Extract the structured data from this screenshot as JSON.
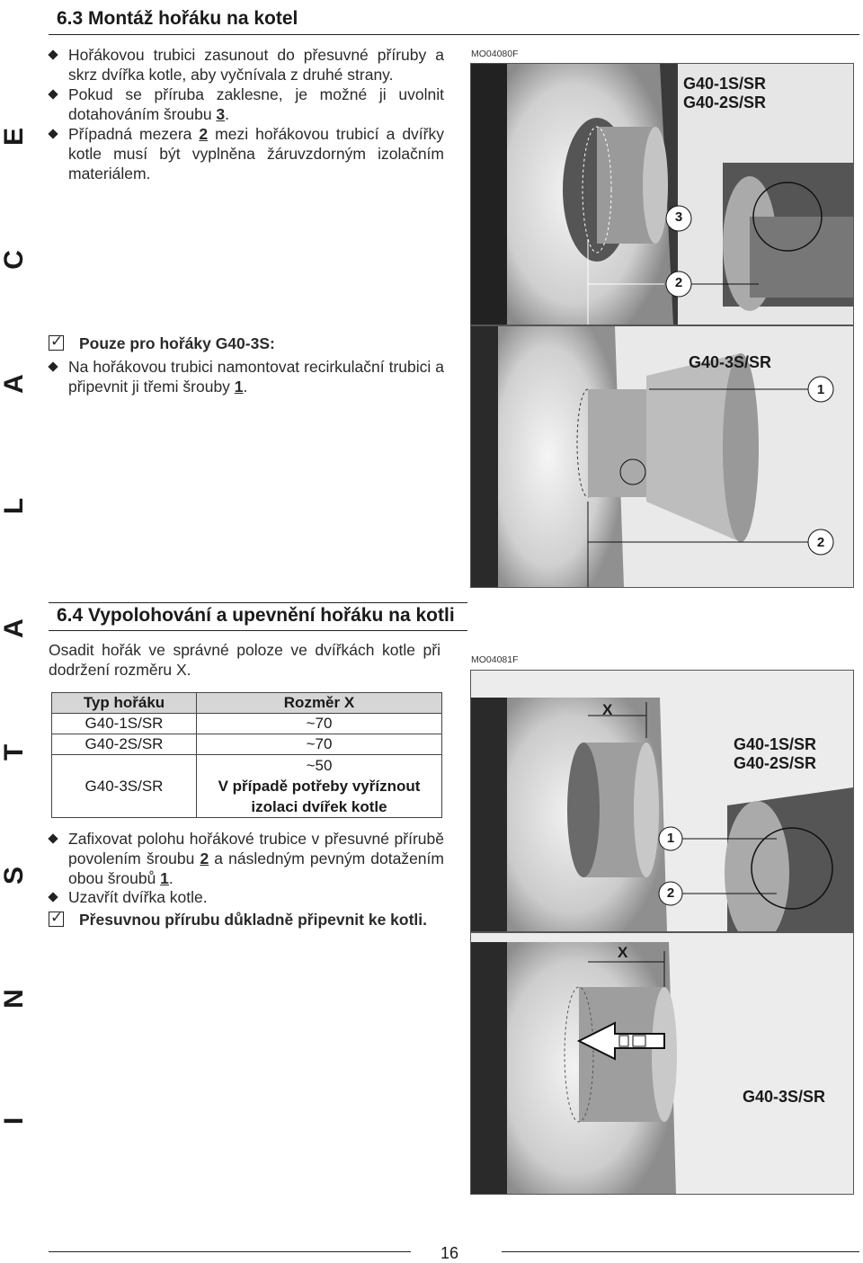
{
  "sidebar_letters": [
    "E",
    "C",
    "A",
    "L",
    "A",
    "T",
    "S",
    "N",
    "I"
  ],
  "section1": {
    "heading": "6.3 Montáž hořáku na kotel",
    "bullets": [
      [
        "Hořákovou trubici zasunout do přesuvné příruby a skrz dvířka kotle, aby vyčnívala z druhé strany."
      ],
      [
        "Pokud se příruba zaklesne, je možné ji uvolnit dotahováním šroubu ",
        "3",
        "."
      ],
      [
        "Případná mezera ",
        "2",
        " mezi hořákovou trubicí a dvířky kotle musí být vyplněna žáruvzdorným izolačním materiálem."
      ]
    ],
    "check_title": "Pouze pro hořáky G40-3S:",
    "bullet_g40": [
      "Na hořákovou trubici namontovat recirkulační trubici a připevnit ji třemi šrouby ",
      "1",
      "."
    ]
  },
  "section2": {
    "heading": "6.4 Vypolohování a upevnění hořáku na kotli",
    "intro": "Osadit hořák ve správné poloze ve dvířkách kotle při dodržení rozměru X.",
    "table": {
      "headers": [
        "Typ hořáku",
        "Rozměr X"
      ],
      "rows": [
        [
          "G40-1S/SR",
          "~70"
        ],
        [
          "G40-2S/SR",
          "~70"
        ]
      ],
      "last_row": {
        "type": "G40-3S/SR",
        "value": "~50",
        "note": "V případě potřeby vyříznout izolaci dvířek kotle"
      }
    },
    "bullet_fix": [
      "Zafixovat polohu hořákové trubice v přesuvné přírubě povolením šroubu ",
      "2",
      " a následným pevným dotažením obou šroubů ",
      "1",
      "."
    ],
    "bullet_close": "Uzavřít dvířka kotle.",
    "check_final": "Přesuvnou přírubu důkladně připevnit ke kotli."
  },
  "figure1": {
    "code": "MO04080F",
    "label_a": "G40-1S/SR",
    "label_b": "G40-2S/SR",
    "callouts": [
      "3",
      "2"
    ],
    "label_c": "G40-3S/SR",
    "callouts_b": [
      "1",
      "2"
    ]
  },
  "figure2": {
    "code": "MO04081F",
    "dim": "X",
    "label_a": "G40-1S/SR",
    "label_b": "G40-2S/SR",
    "callouts": [
      "1",
      "2"
    ],
    "label_c": "G40-3S/SR"
  },
  "page_number": "16"
}
